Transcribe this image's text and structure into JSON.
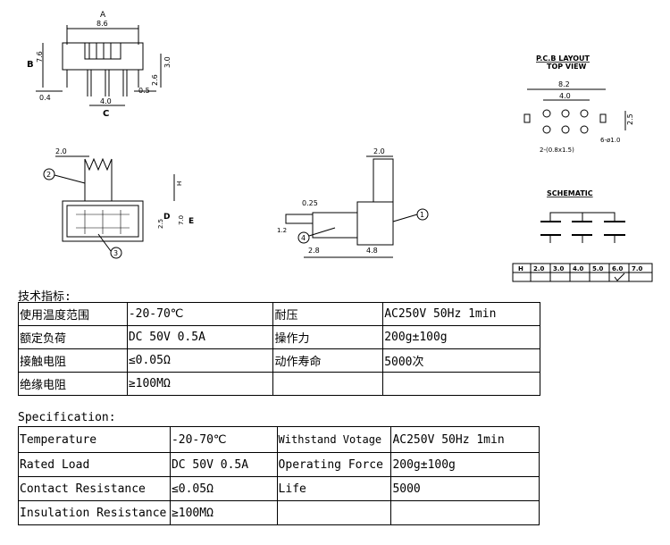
{
  "drawing": {
    "front": {
      "A": "A",
      "A_val": "8.6",
      "B": "B",
      "B_val": "7.6",
      "h1": "3.0",
      "h2": "2.6",
      "left": "0.4",
      "right": "0.5",
      "C": "C",
      "C_val": "4.0"
    },
    "pcb": {
      "title1": "P.C.B LAYOUT",
      "title2": "TOP VIEW",
      "w1": "8.2",
      "w2": "4.0",
      "h": "2.5",
      "pad_note": "2-(0.8x1.5)",
      "hole_note": "6-ø1.0"
    },
    "top": {
      "w": "2.0",
      "H": "H",
      "D": "D",
      "E": "E",
      "d_val": "2.5",
      "e_val": "7.0",
      "c2": "2",
      "c3": "3"
    },
    "side": {
      "t": "2.0",
      "p": "0.25",
      "s": "1.2",
      "b1": "2.8",
      "b2": "4.8",
      "c1": "1",
      "c4": "4"
    },
    "schematic": {
      "title": "SCHEMATIC"
    },
    "htable": {
      "head": "H",
      "values": [
        "2.0",
        "3.0",
        "4.0",
        "5.0",
        "6.0",
        "7.0"
      ],
      "selected": "6.0"
    }
  },
  "cn_caption": "技术指标:",
  "cn_rows": [
    [
      "使用温度范围",
      "-20-70℃",
      "耐压",
      "AC250V 50Hz 1min"
    ],
    [
      "额定负荷",
      "DC 50V 0.5A",
      "操作力",
      "200g±100g"
    ],
    [
      "接触电阻",
      "≤0.05Ω",
      "动作寿命",
      "5000次"
    ],
    [
      "绝缘电阻",
      "≥100MΩ",
      "",
      ""
    ]
  ],
  "en_caption": "Specification:",
  "en_rows": [
    [
      "Temperature",
      "-20-70℃",
      "Withstand Votage",
      "AC250V 50Hz 1min"
    ],
    [
      "Rated Load",
      "DC 50V 0.5A",
      "Operating Force",
      "200g±100g"
    ],
    [
      "Contact Resistance",
      "≤0.05Ω",
      "Life",
      "5000"
    ],
    [
      "Insulation Resistance",
      "≥100MΩ",
      "",
      ""
    ]
  ]
}
